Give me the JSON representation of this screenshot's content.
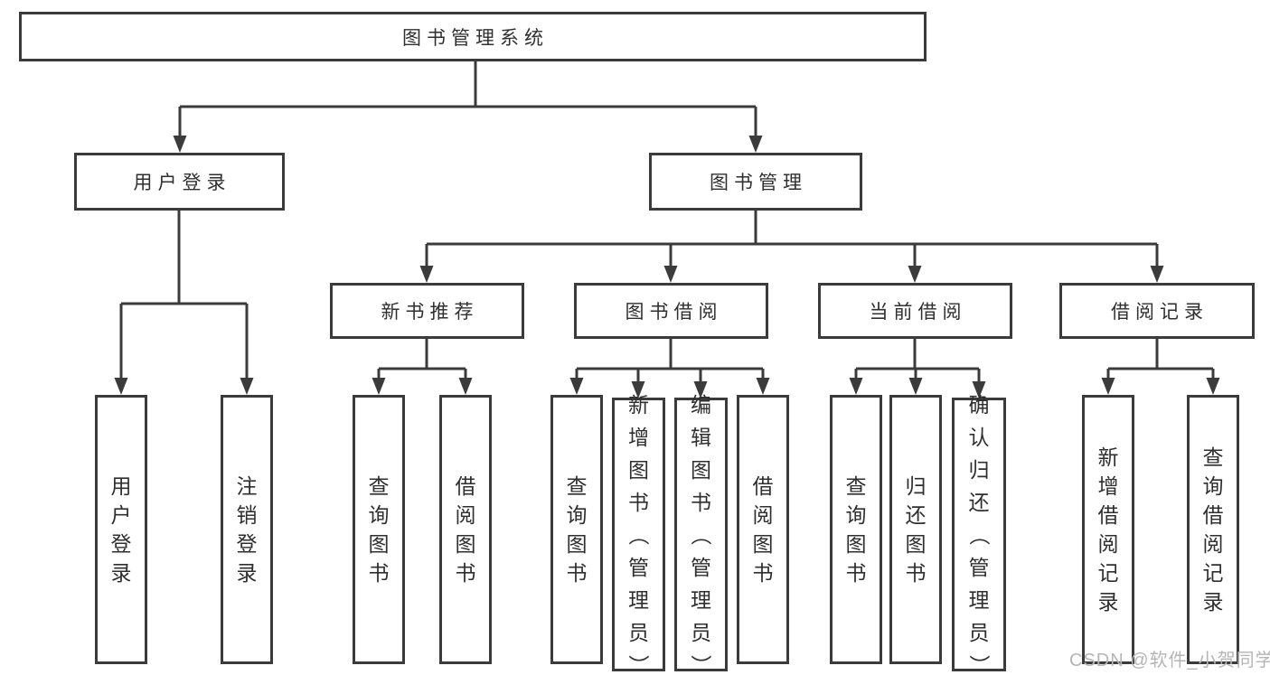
{
  "diagram": {
    "tree": {
      "label": "图书管理系统",
      "children": [
        {
          "label": "用户登录",
          "children": [
            {
              "label": "用户登录"
            },
            {
              "label": "注销登录"
            }
          ]
        },
        {
          "label": "图书管理",
          "children": [
            {
              "label": "新书推荐",
              "children": [
                {
                  "label": "查询图书"
                },
                {
                  "label": "借阅图书"
                }
              ]
            },
            {
              "label": "图书借阅",
              "children": [
                {
                  "label": "查询图书"
                },
                {
                  "label": "新增图书（管理员）"
                },
                {
                  "label": "编辑图书（管理员）"
                },
                {
                  "label": "借阅图书"
                }
              ]
            },
            {
              "label": "当前借阅",
              "children": [
                {
                  "label": "查询图书"
                },
                {
                  "label": "归还图书"
                },
                {
                  "label": "确认归还（管理员）"
                }
              ]
            },
            {
              "label": "借阅记录",
              "children": [
                {
                  "label": "新增借阅记录"
                },
                {
                  "label": "查询借阅记录"
                }
              ]
            }
          ]
        }
      ]
    }
  },
  "watermark": "CSDN @软件_小贺同学",
  "colors": {
    "line": "#3b3b3b",
    "border": "#3b3b3b",
    "text": "#2f2f2f",
    "watermark": "#b5b5b5",
    "background": "#ffffff"
  }
}
